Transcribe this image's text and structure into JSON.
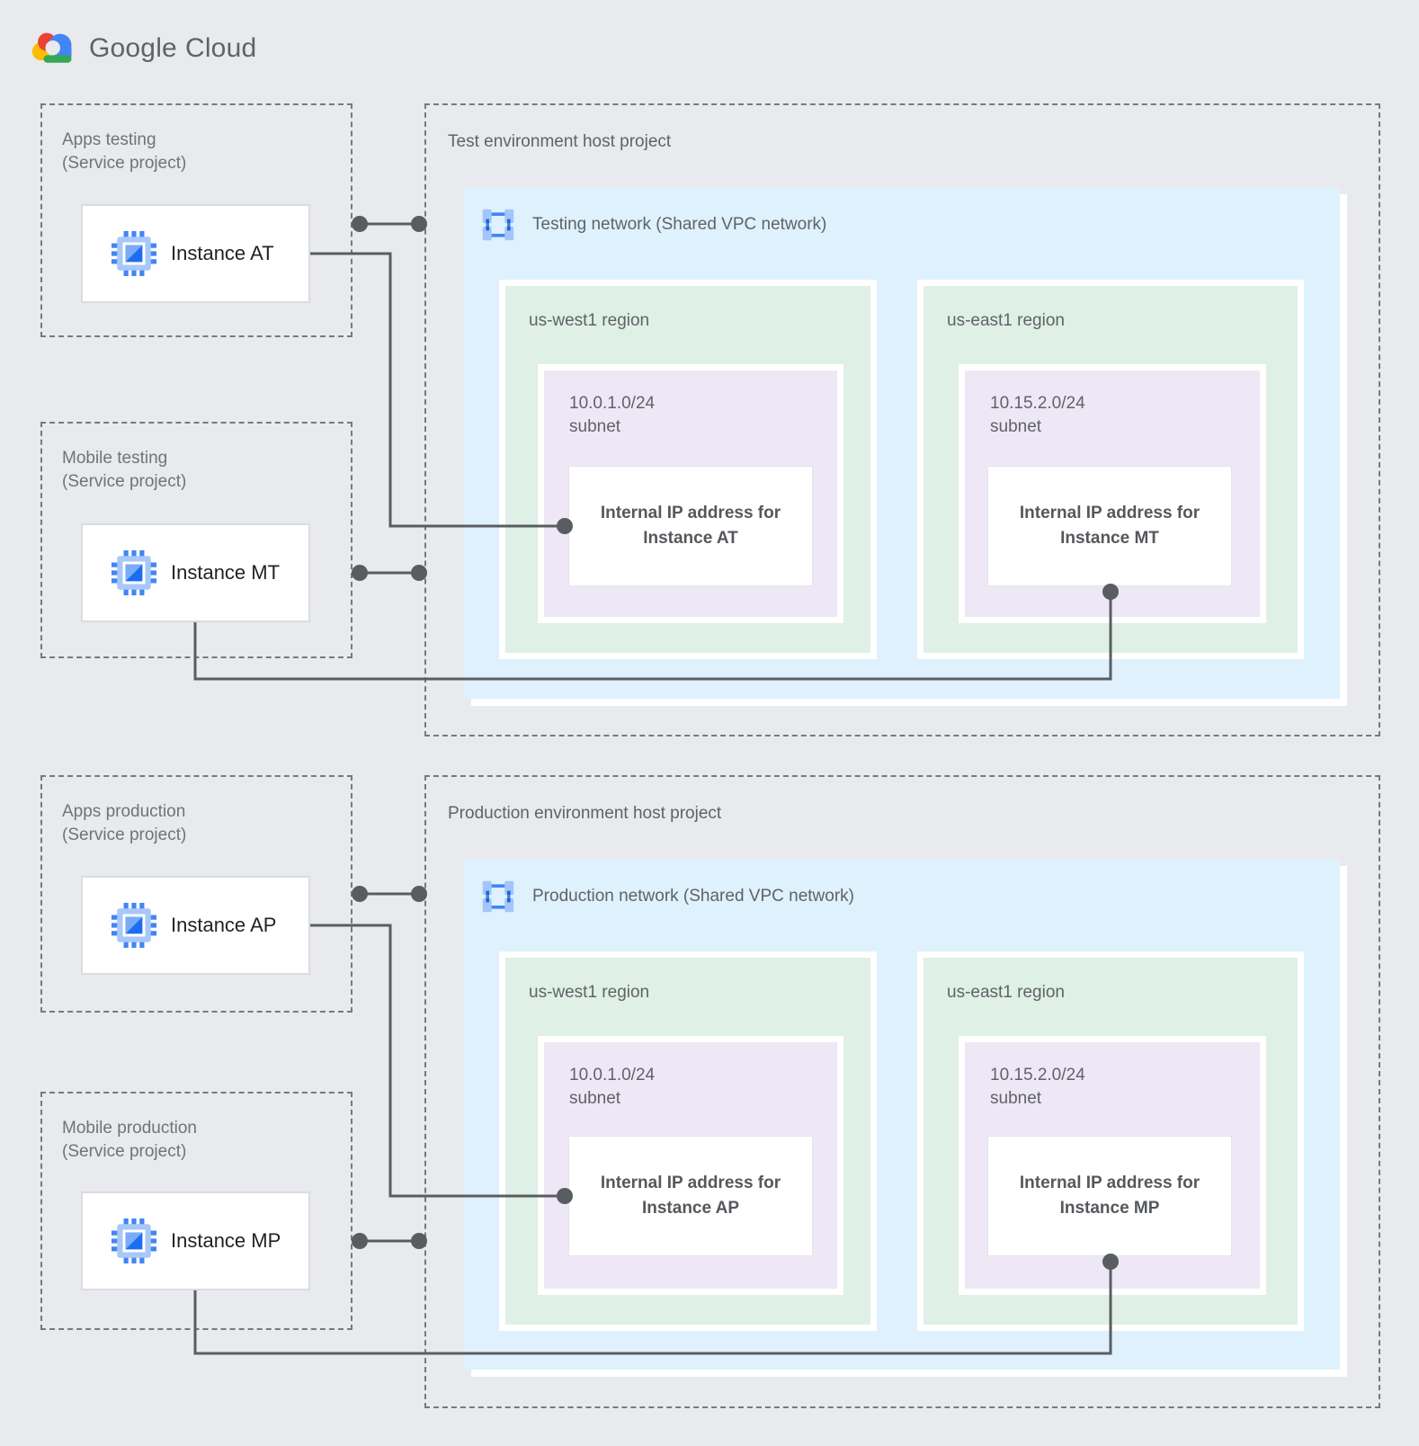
{
  "logo": {
    "google": "Google",
    "cloud": "Cloud"
  },
  "palette": {
    "background": "#E8EAED",
    "network_bg": "#DFF1FC",
    "region_bg": "#DFF0E7",
    "subnet_bg": "#EDE7F6",
    "card_bg": "#FFFFFF",
    "connector": "#5A5D60",
    "dashed_border": "#77797C",
    "google_blue": "#4285F4",
    "google_red": "#EA4335",
    "google_yellow": "#FBBC04",
    "google_green": "#34A853"
  },
  "test": {
    "host_title": "Test environment host project",
    "network_label": "Testing network (Shared VPC network)",
    "service_projects": [
      {
        "line1": "Apps testing",
        "line2": "(Service project)",
        "instance": "Instance AT"
      },
      {
        "line1": "Mobile testing",
        "line2": "(Service project)",
        "instance": "Instance MT"
      }
    ],
    "regions": [
      {
        "label": "us-west1 region",
        "cidr": "10.0.1.0/24",
        "subnet_word": "subnet",
        "ip_line1": "Internal IP address for",
        "ip_line2": "Instance AT"
      },
      {
        "label": "us-east1 region",
        "cidr": "10.15.2.0/24",
        "subnet_word": "subnet",
        "ip_line1": "Internal IP address for",
        "ip_line2": "Instance MT"
      }
    ]
  },
  "prod": {
    "host_title": "Production environment host project",
    "network_label": "Production network (Shared VPC network)",
    "service_projects": [
      {
        "line1": "Apps production",
        "line2": "(Service project)",
        "instance": "Instance AP"
      },
      {
        "line1": "Mobile production",
        "line2": "(Service project)",
        "instance": "Instance MP"
      }
    ],
    "regions": [
      {
        "label": "us-west1 region",
        "cidr": "10.0.1.0/24",
        "subnet_word": "subnet",
        "ip_line1": "Internal IP address for",
        "ip_line2": "Instance AP"
      },
      {
        "label": "us-east1 region",
        "cidr": "10.15.2.0/24",
        "subnet_word": "subnet",
        "ip_line1": "Internal IP address for",
        "ip_line2": "Instance MP"
      }
    ]
  }
}
